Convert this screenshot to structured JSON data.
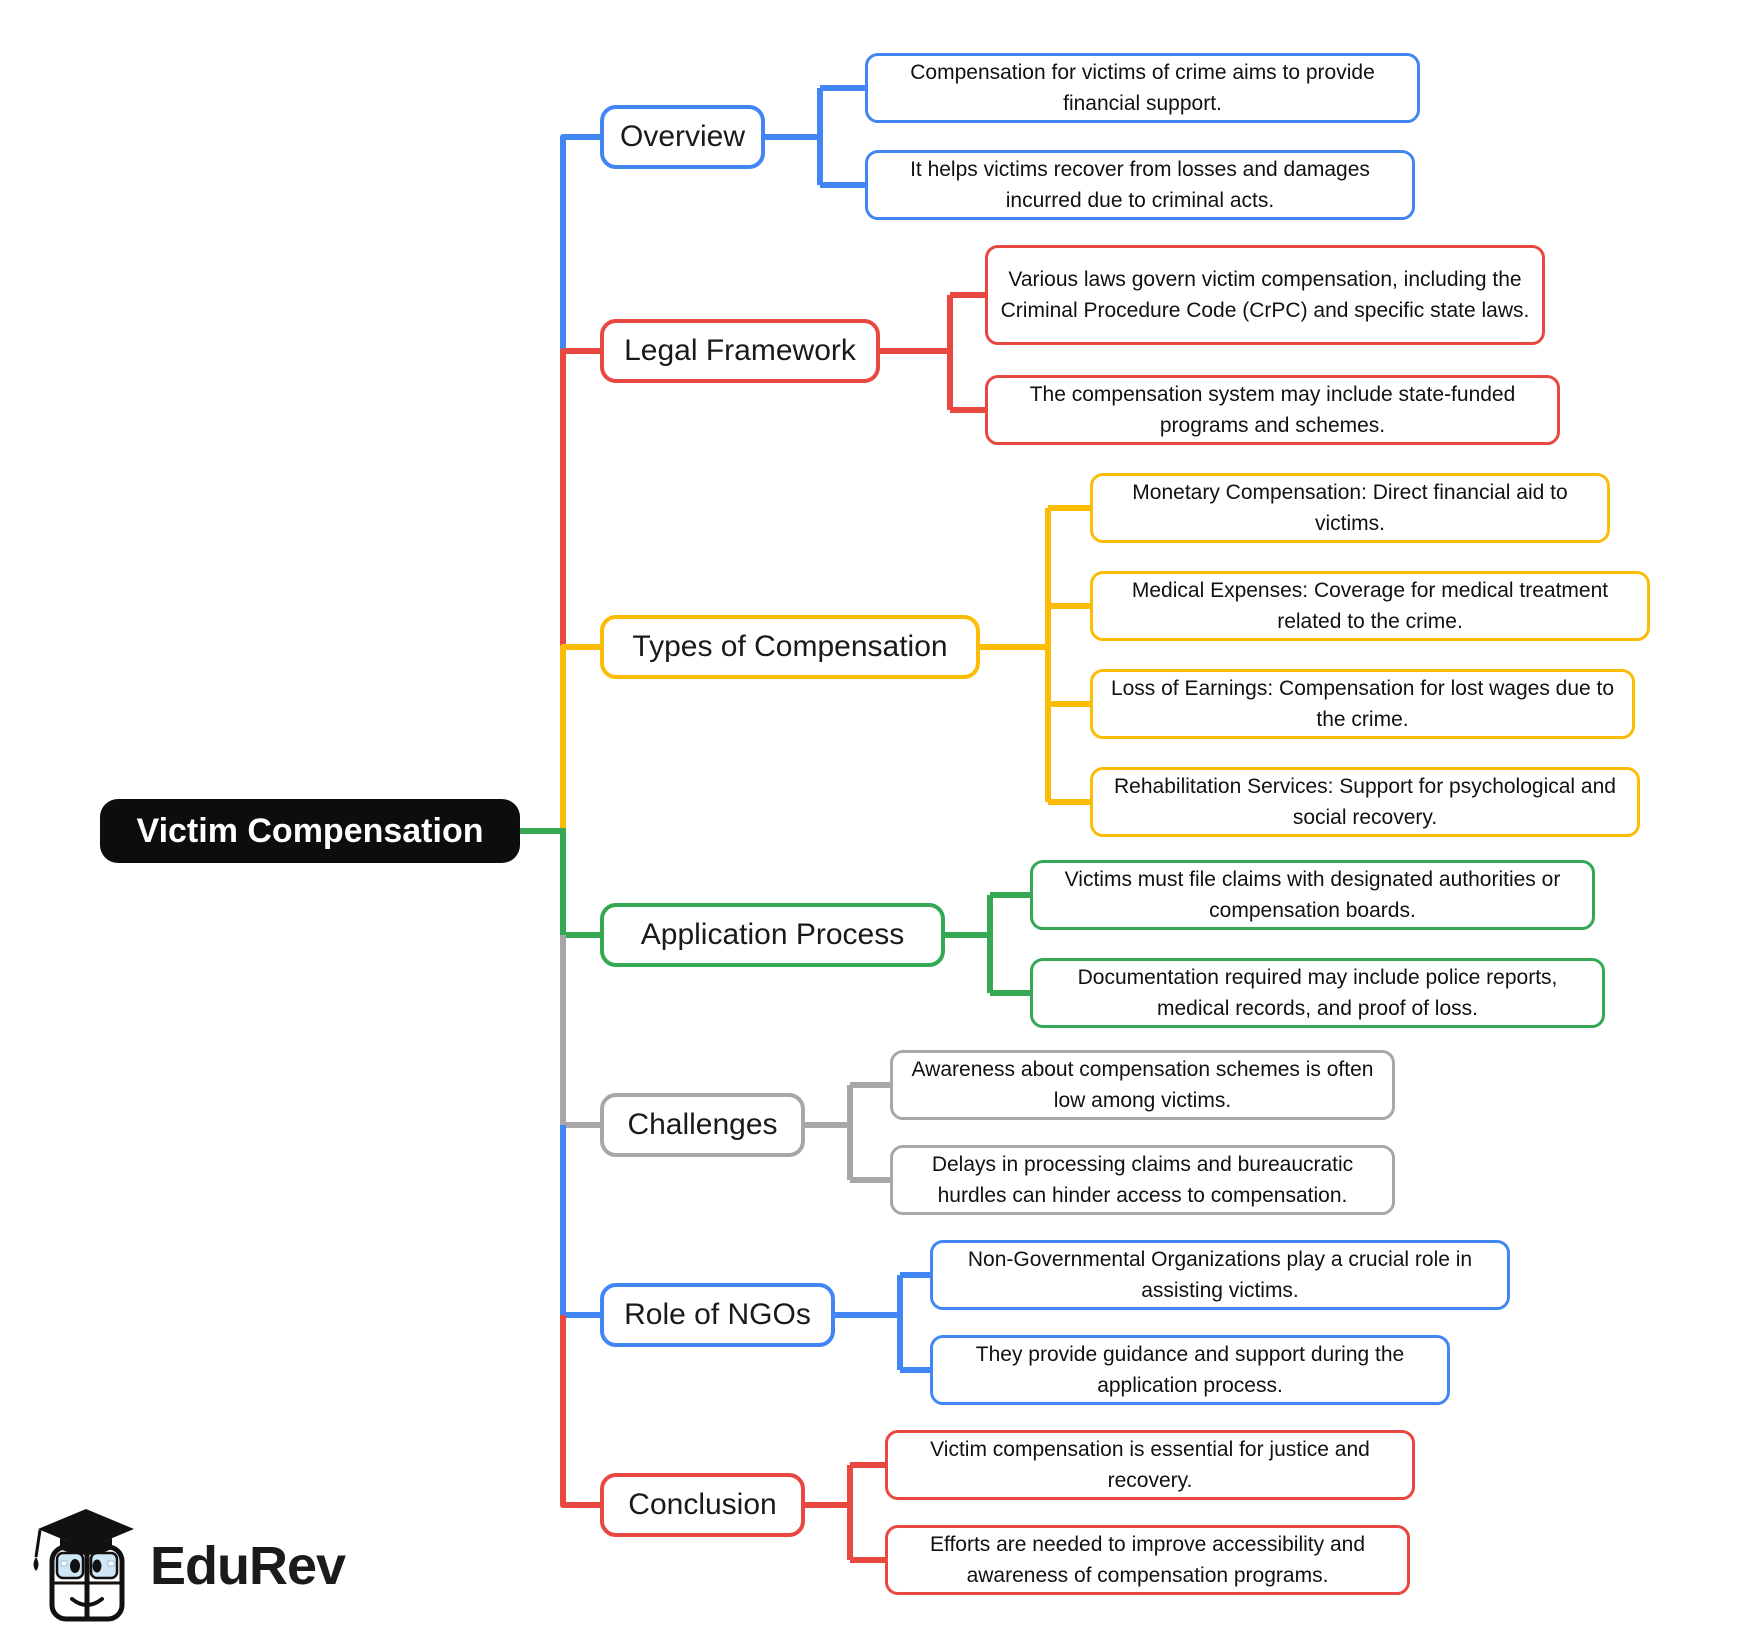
{
  "title": "Victim Compensation",
  "root": {
    "label": "Victim Compensation",
    "bg": "#0d0d0d",
    "text_color": "#ffffff"
  },
  "palette": {
    "blue": "#4285F4",
    "red": "#E8483F",
    "yellow": "#FBBC05",
    "green": "#34A853",
    "gray": "#A7A7A7",
    "black": "#0d0d0d"
  },
  "branches": [
    {
      "label": "Overview",
      "color": "#4285F4",
      "children": [
        {
          "text": "Compensation for victims of crime aims to provide financial support."
        },
        {
          "text": "It helps victims recover from losses and damages incurred due to criminal acts."
        }
      ]
    },
    {
      "label": "Legal Framework",
      "color": "#E8483F",
      "children": [
        {
          "text": "Various laws govern victim compensation, including the Criminal Procedure Code (CrPC) and specific state laws."
        },
        {
          "text": "The compensation system may include state-funded programs and schemes."
        }
      ]
    },
    {
      "label": "Types of Compensation",
      "color": "#FBBC05",
      "children": [
        {
          "text": "Monetary Compensation: Direct financial aid to victims."
        },
        {
          "text": "Medical Expenses: Coverage for medical treatment related to the crime."
        },
        {
          "text": "Loss of Earnings: Compensation for lost wages due to the crime."
        },
        {
          "text": "Rehabilitation Services: Support for psychological and social recovery."
        }
      ]
    },
    {
      "label": "Application Process",
      "color": "#34A853",
      "children": [
        {
          "text": "Victims must file claims with designated authorities or compensation boards."
        },
        {
          "text": "Documentation required may include police reports, medical records, and proof of loss."
        }
      ]
    },
    {
      "label": "Challenges",
      "color": "#A7A7A7",
      "children": [
        {
          "text": "Awareness about compensation schemes is often low among victims."
        },
        {
          "text": "Delays in processing claims and bureaucratic hurdles can hinder access to compensation."
        }
      ]
    },
    {
      "label": "Role of NGOs",
      "color": "#4285F4",
      "children": [
        {
          "text": "Non-Governmental Organizations play a crucial role in assisting victims."
        },
        {
          "text": "They provide guidance and support during the application process."
        }
      ]
    },
    {
      "label": "Conclusion",
      "color": "#E8483F",
      "children": [
        {
          "text": "Victim compensation is essential for justice and recovery."
        },
        {
          "text": "Efforts are needed to improve accessibility and awareness of compensation programs."
        }
      ]
    }
  ],
  "logo": {
    "wordmark": "EduRev"
  }
}
